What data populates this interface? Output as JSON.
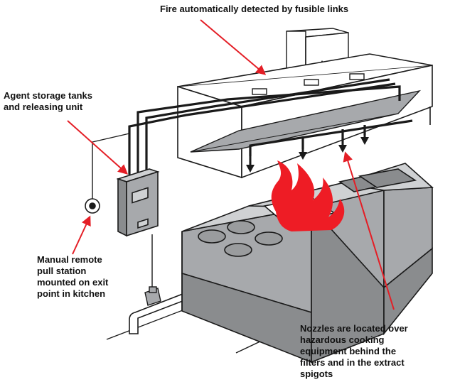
{
  "colors": {
    "arrow": "#e41e26",
    "flame": "#ee1c25",
    "steel": "#a7a9ac",
    "steel_dark": "#8a8c8e",
    "steel_light": "#cfd1d3",
    "outline": "#1a1a1a",
    "burner": "#9a9c9e"
  },
  "labels": {
    "detection": "Fire automatically detected by fusible links",
    "agent_storage": [
      "Agent storage tanks",
      "and releasing unit"
    ],
    "pull_station": [
      "Manual remote",
      "pull station",
      "mounted on exit",
      "point in kitchen"
    ],
    "nozzles": [
      "Nozzles are located over",
      "hazardous cooking",
      "equipment behind the",
      "filters and in the extract",
      "spigots"
    ]
  },
  "icons": [
    "fire-flame-icon",
    "pull-station-icon",
    "gas-valve-icon",
    "control-panel-icon"
  ]
}
